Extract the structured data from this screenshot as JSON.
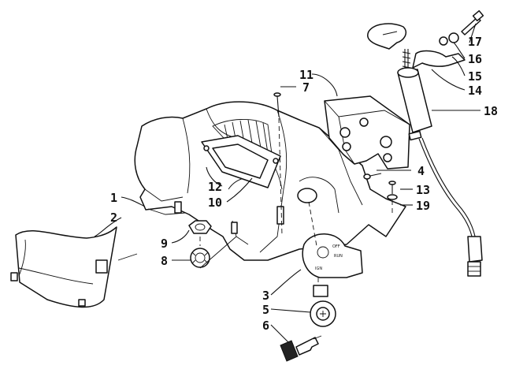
{
  "callouts": {
    "c1": "1",
    "c2": "2",
    "c3": "3",
    "c4": "4",
    "c5": "5",
    "c6": "6",
    "c7": "7",
    "c8": "8",
    "c9": "9",
    "c10": "10",
    "c11": "11",
    "c12": "12",
    "c13": "13",
    "c14": "14",
    "c15": "15",
    "c16": "16",
    "c17": "17",
    "c18": "18",
    "c19": "19"
  },
  "switch_positions": {
    "off": "OFF",
    "run": "RUN",
    "ign": "IGN"
  }
}
